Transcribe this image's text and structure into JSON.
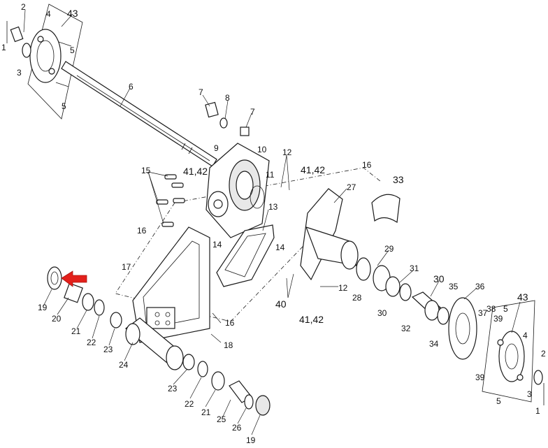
{
  "labels": {
    "l43a": "43",
    "l2a": "2",
    "l1a": "1",
    "l3a": "3",
    "l4a": "4",
    "l5a": "5",
    "l5b": "5",
    "l6": "6",
    "l7a": "7",
    "l8": "8",
    "l7b": "7",
    "l9": "9",
    "l10": "10",
    "l11": "11",
    "l12a": "12",
    "l4142a": "41,42",
    "l15": "15",
    "l4142b": "41,42",
    "l13": "13",
    "l16a": "16",
    "l33": "33",
    "l27": "27",
    "l16b": "16",
    "l14a": "14",
    "l14b": "14",
    "l17": "17",
    "l29": "29",
    "l31": "31",
    "l30": "30",
    "l35": "35",
    "l36": "36",
    "l43b": "43",
    "l19a": "19",
    "l20": "20",
    "l21a": "21",
    "l22a": "22",
    "l23a": "23",
    "l24": "24",
    "l28": "28",
    "l30b": "30",
    "l32": "32",
    "l34": "34",
    "l37": "37",
    "l38": "38",
    "l39a": "39",
    "l5c": "5",
    "l4b": "4",
    "l2b": "2",
    "l3b": "3",
    "l1b": "1",
    "l5d": "5",
    "l39b": "39",
    "l40": "40",
    "l4142c": "41,42",
    "l12b": "12",
    "l16c": "16",
    "l18": "18",
    "l23b": "23",
    "l22b": "22",
    "l21b": "21",
    "l25": "25",
    "l26": "26",
    "l19b": "19"
  },
  "colors": {
    "arrow": "#e3201b",
    "ink": "#1a1a1a",
    "background": "#ffffff"
  }
}
